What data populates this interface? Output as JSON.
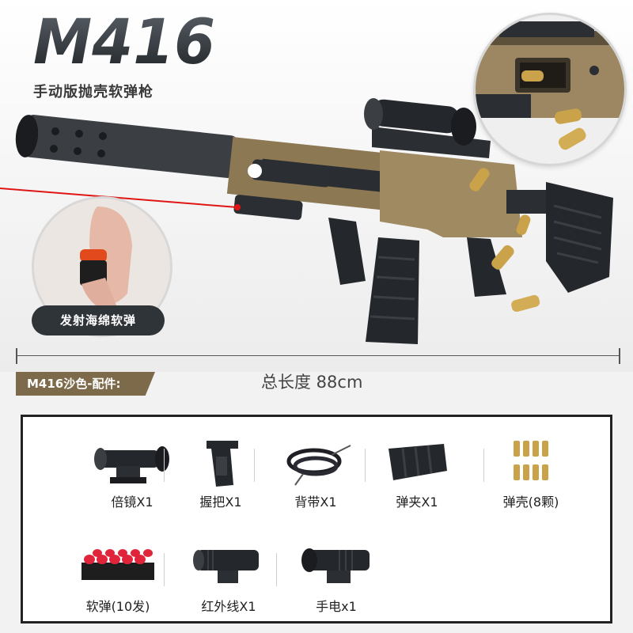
{
  "header": {
    "model": "M416",
    "subtitle": "手动版抛壳软弹枪"
  },
  "foam": {
    "label": "发射海绵软弹"
  },
  "colors": {
    "tan": "#a08a62",
    "dark": "#2f3439",
    "brass": "#c9a24a",
    "laser": "#e01515",
    "tag": "#7c6a4a"
  },
  "product": {
    "variant_tag": "M416沙色-配件:",
    "total_length": "总长度 88cm"
  },
  "accessories": [
    {
      "icon": "scope-icon",
      "label": "倍镜X1"
    },
    {
      "icon": "grip-icon",
      "label": "握把X1"
    },
    {
      "icon": "sling-icon",
      "label": "背带X1"
    },
    {
      "icon": "magazine-icon",
      "label": "弹夹X1"
    },
    {
      "icon": "shell-icon",
      "label": "弹壳(8颗)"
    },
    {
      "icon": "foam-dart-icon",
      "label": "软弹(10发)"
    },
    {
      "icon": "laser-sight-icon",
      "label": "红外线X1"
    },
    {
      "icon": "flashlight-icon",
      "label": "手电x1"
    }
  ]
}
